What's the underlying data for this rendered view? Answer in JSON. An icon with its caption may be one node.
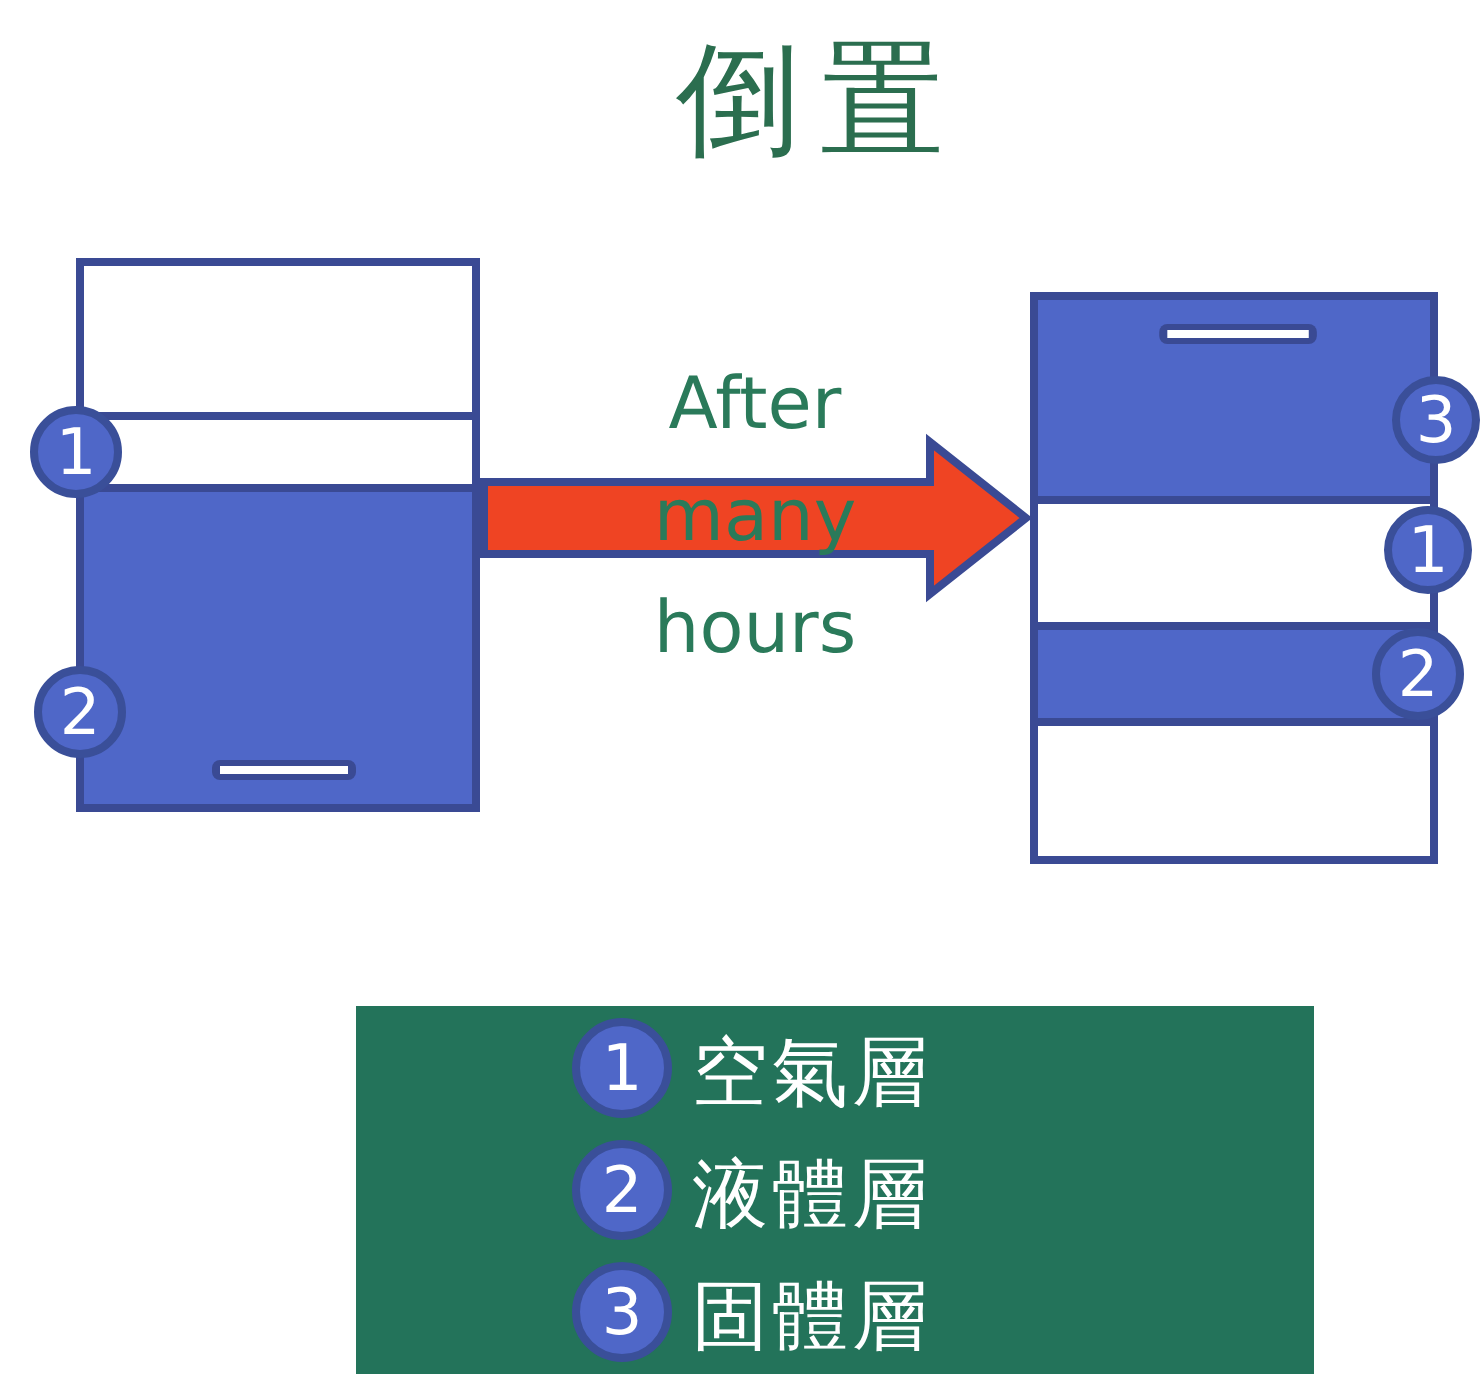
{
  "diagram": {
    "title": "倒置",
    "nodes": [
      {
        "text": [],
        "shape": "box"
      },
      {
        "text": [
          "1"
        ]
      },
      {
        "text": [
          "2"
        ]
      },
      {
        "text": [],
        "shape": "box"
      },
      {
        "text": [
          "3"
        ]
      },
      {
        "text": [
          "1"
        ]
      },
      {
        "text": [
          "2"
        ]
      },
      {
        "text": [],
        "shape": "box"
      },
      {
        "text": [
          "1"
        ],
        "in": 7,
        "beside": [
          "空氣層"
        ]
      },
      {
        "text": [
          "2"
        ],
        "in": 7,
        "beside": [
          "液體層"
        ]
      },
      {
        "text": [
          "3"
        ],
        "in": 7,
        "beside": [
          "固體層"
        ]
      }
    ],
    "edges": [
      {
        "from": 0,
        "to": 3,
        "arrow": "to",
        "label": "After many hours",
        "style": "thick"
      }
    ]
  }
}
